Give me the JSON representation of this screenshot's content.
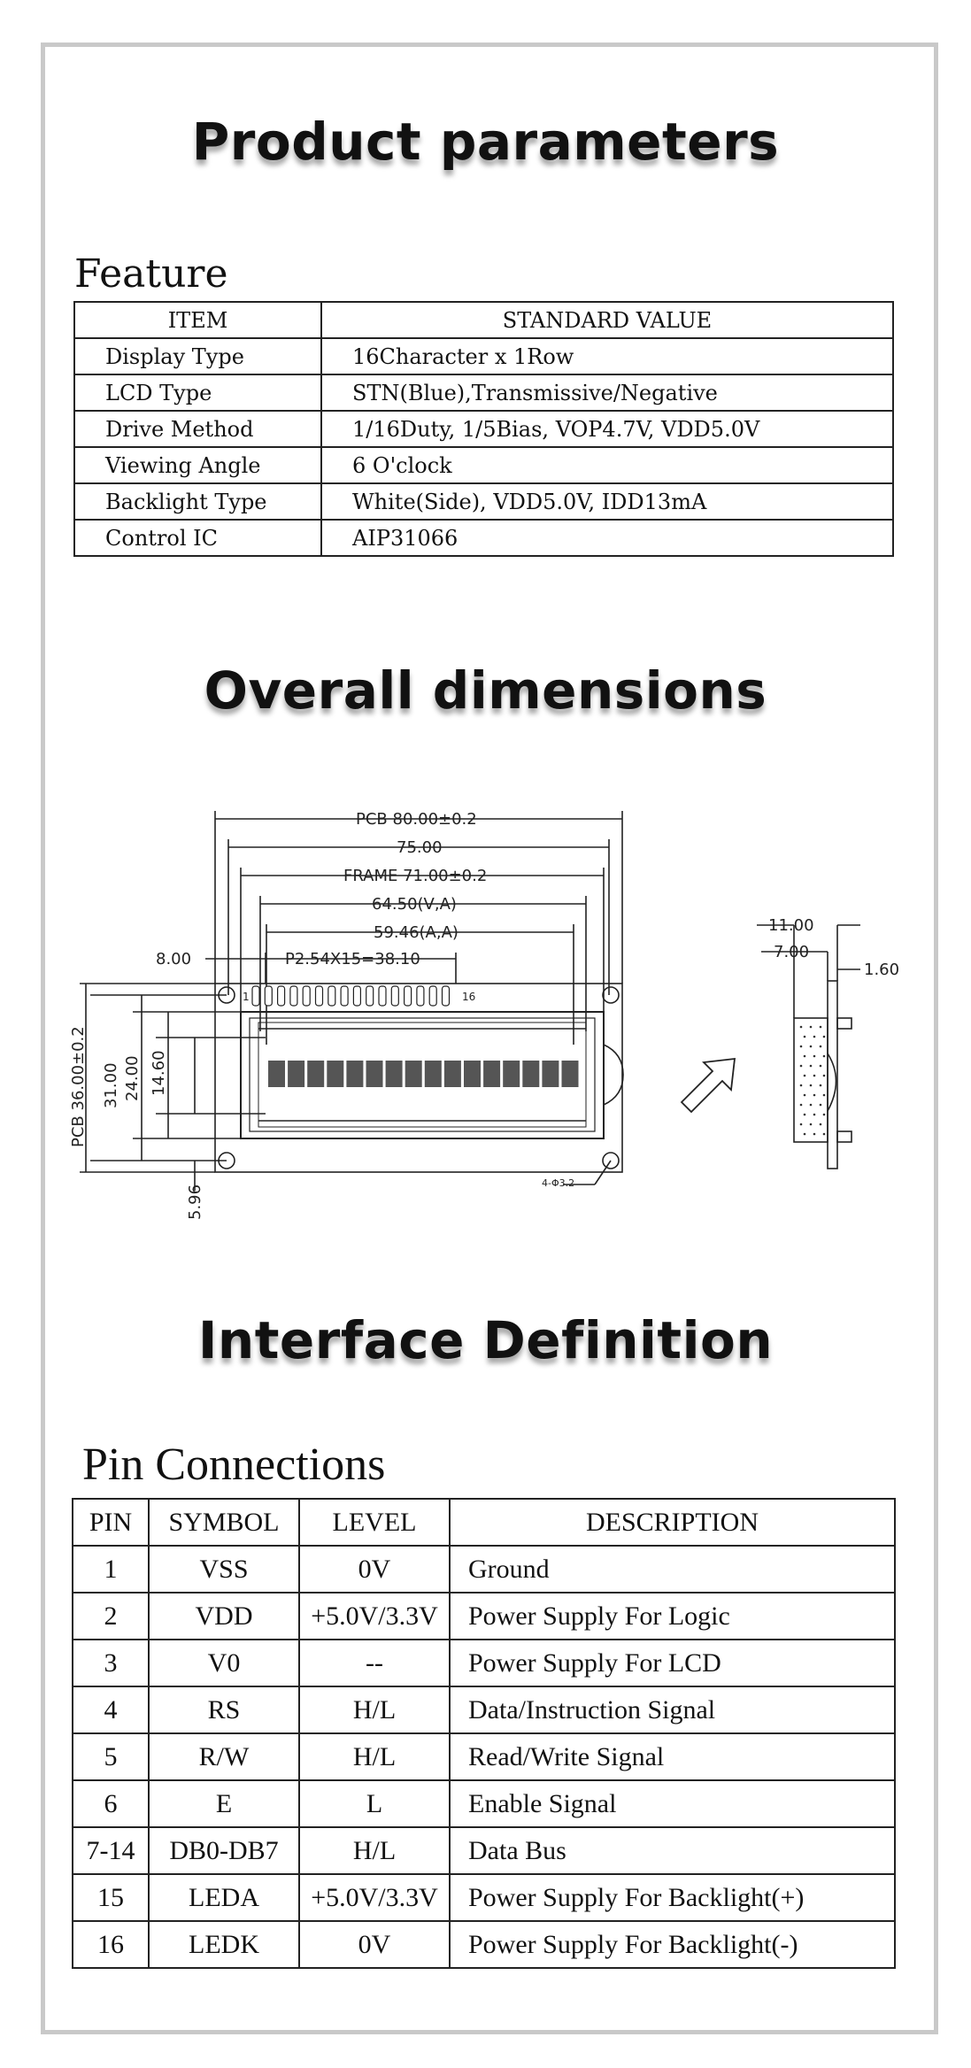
{
  "titles": {
    "product_parameters": "Product parameters",
    "overall_dimensions": "Overall dimensions",
    "interface_definition": "Interface Definition"
  },
  "feature": {
    "label": "Feature",
    "headers": [
      "ITEM",
      "STANDARD VALUE"
    ],
    "rows": [
      [
        "Display Type",
        "16Character x 1Row"
      ],
      [
        "LCD Type",
        "STN(Blue),Transmissive/Negative"
      ],
      [
        "Drive Method",
        "1/16Duty, 1/5Bias, VOP4.7V, VDD5.0V"
      ],
      [
        "Viewing Angle",
        "6 O'clock"
      ],
      [
        "Backlight Type",
        "White(Side), VDD5.0V, IDD13mA"
      ],
      [
        "Control IC",
        "AIP31066"
      ]
    ]
  },
  "drawing": {
    "pcb_width": "PCB 80.00±0.2",
    "dim_75": "75.00",
    "frame_width": "FRAME 71.00±0.2",
    "va_width": "64.50(V,A)",
    "aa_width": "59.46(A,A)",
    "pin_pitch": "P2.54X15=38.10",
    "pin_offset": "8.00",
    "pin_first": "1",
    "pin_last": "16",
    "pcb_height": "PCB 36.00±0.2",
    "dim_31": "31.00",
    "dim_24": "24.00",
    "dim_1460": "14.60",
    "dim_596": "5.96",
    "hole_spec": "4-Φ3.2",
    "side_11": "11.00",
    "side_7": "7.00",
    "side_160": "1.60"
  },
  "pins": {
    "label": "Pin Connections",
    "headers": [
      "PIN",
      "SYMBOL",
      "LEVEL",
      "DESCRIPTION"
    ],
    "rows": [
      [
        "1",
        "VSS",
        "0V",
        "Ground"
      ],
      [
        "2",
        "VDD",
        "+5.0V/3.3V",
        "Power Supply For Logic"
      ],
      [
        "3",
        "V0",
        "--",
        "Power Supply For LCD"
      ],
      [
        "4",
        "RS",
        "H/L",
        "Data/Instruction Signal"
      ],
      [
        "5",
        "R/W",
        "H/L",
        "Read/Write Signal"
      ],
      [
        "6",
        "E",
        "L",
        "Enable Signal"
      ],
      [
        "7-14",
        "DB0-DB7",
        "H/L",
        "Data Bus"
      ],
      [
        "15",
        "LEDA",
        "+5.0V/3.3V",
        "Power Supply For Backlight(+)"
      ],
      [
        "16",
        "LEDK",
        "0V",
        "Power Supply For Backlight(-)"
      ]
    ]
  }
}
